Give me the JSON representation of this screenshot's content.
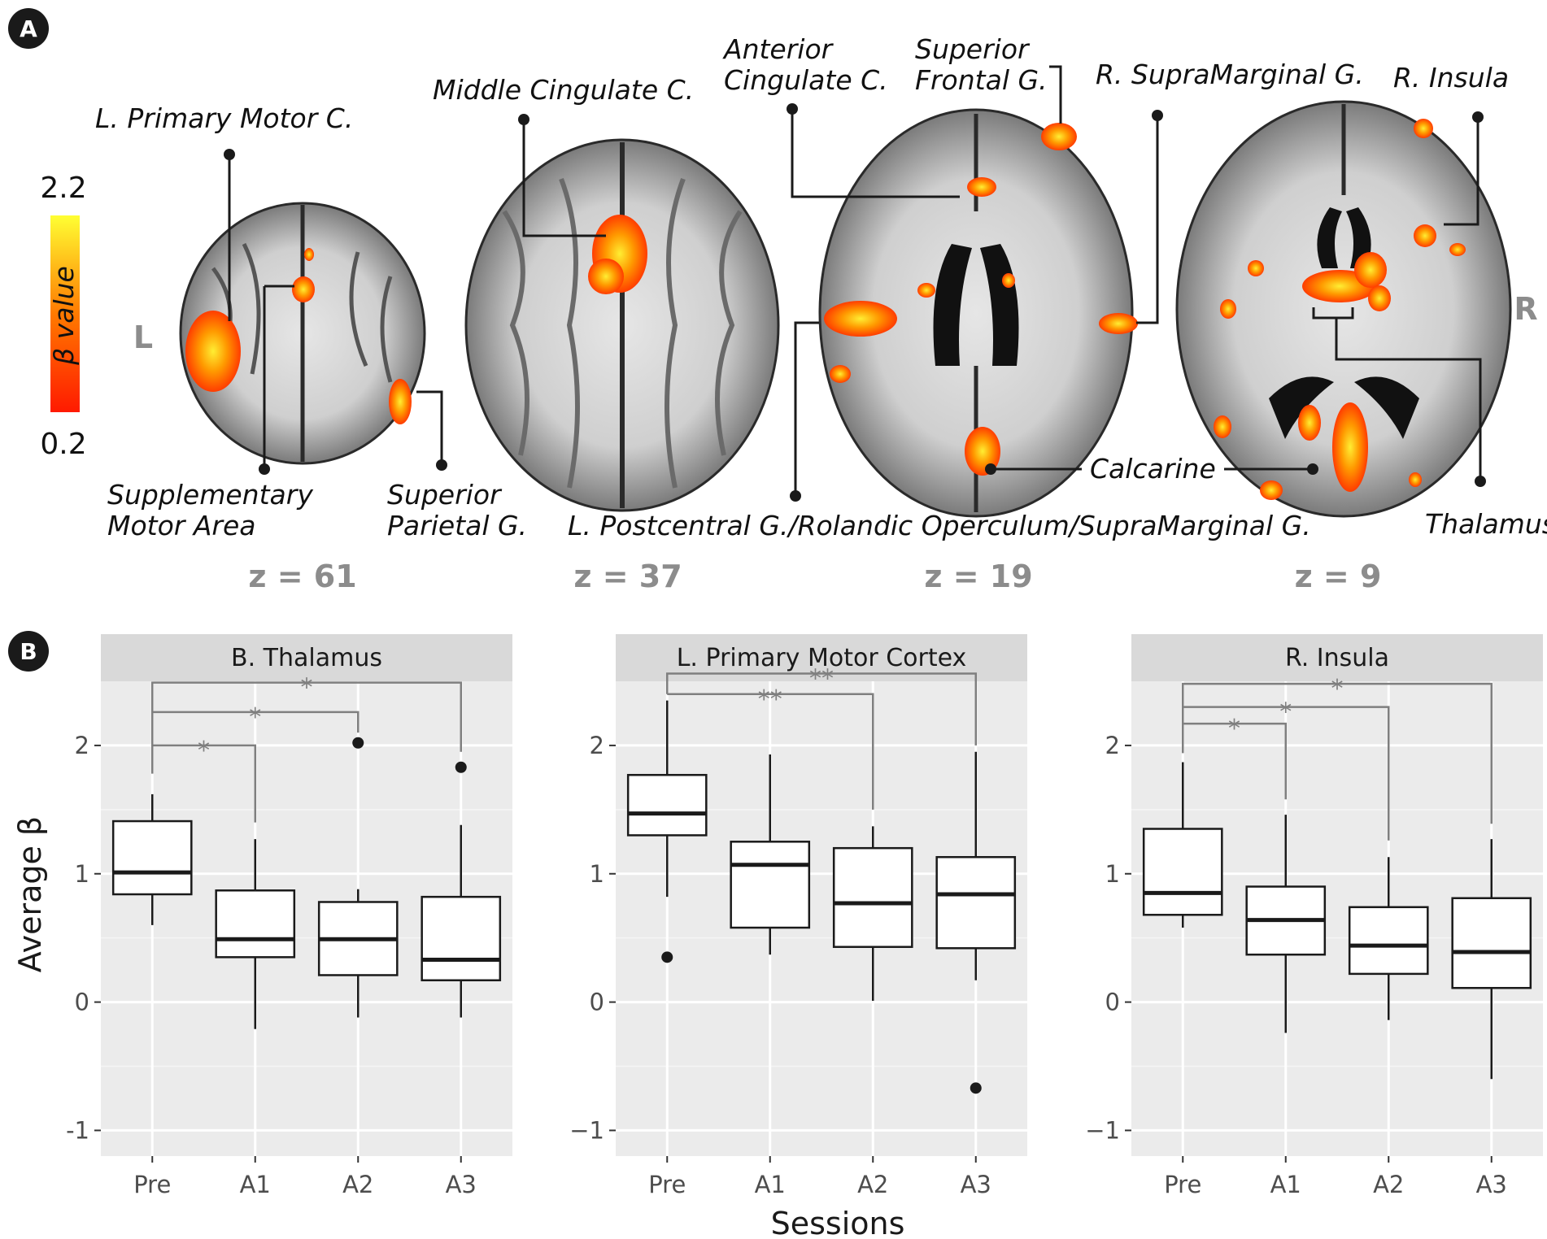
{
  "panel_a": {
    "badge": "A",
    "side_left": "L",
    "side_right": "R",
    "colorbar": {
      "max_label": "2.2",
      "min_label": "0.2",
      "title": "β value",
      "colors": [
        "#ff1a00",
        "#ff7a00",
        "#ffff33"
      ]
    },
    "slices": [
      {
        "z_label": "z = 61"
      },
      {
        "z_label": "z = 37"
      },
      {
        "z_label": "z = 19"
      },
      {
        "z_label": "z = 9"
      }
    ],
    "labels": {
      "l_primary_motor": "L. Primary Motor C.",
      "sma_line1": "Supplementary",
      "sma_line2": "Motor Area",
      "sup_parietal_line1": "Superior",
      "sup_parietal_line2": "Parietal G.",
      "middle_cingulate": "Middle Cingulate C.",
      "anterior_cingulate_line1": "Anterior",
      "anterior_cingulate_line2": "Cingulate C.",
      "superior_frontal_line1": "Superior",
      "superior_frontal_line2": "Frontal G.",
      "r_supramarginal": "R. SupraMarginal G.",
      "r_insula": "R. Insula",
      "postcentral": "L. Postcentral G./Rolandic Operculum/SupraMarginal G.",
      "calcarine": "Calcarine",
      "thalamus": "Thalamus"
    }
  },
  "panel_b": {
    "badge": "B",
    "xlabel": "Sessions",
    "ylabel": "Average β"
  },
  "chart_data": [
    {
      "type": "box",
      "title": "B. Thalamus",
      "categories": [
        "Pre",
        "A1",
        "A2",
        "A3"
      ],
      "ylim": [
        -1.2,
        2.5
      ],
      "yticks": [
        -1,
        0,
        1,
        2
      ],
      "ytick_labels": [
        "-1",
        "0",
        "1",
        "2"
      ],
      "boxes": [
        {
          "q1": 0.84,
          "median": 1.01,
          "q3": 1.41,
          "whisker_low": 0.6,
          "whisker_high": 1.62,
          "outliers": []
        },
        {
          "q1": 0.35,
          "median": 0.49,
          "q3": 0.87,
          "whisker_low": -0.21,
          "whisker_high": 1.27,
          "outliers": []
        },
        {
          "q1": 0.21,
          "median": 0.49,
          "q3": 0.78,
          "whisker_low": -0.12,
          "whisker_high": 0.88,
          "outliers": [
            2.02
          ]
        },
        {
          "q1": 0.17,
          "median": 0.33,
          "q3": 0.82,
          "whisker_low": -0.12,
          "whisker_high": 1.38,
          "outliers": [
            1.83
          ]
        }
      ],
      "significance": [
        {
          "from": "Pre",
          "to": "A1",
          "label": "*",
          "y": 2.0,
          "from_y": 1.78,
          "to_y": 1.4
        },
        {
          "from": "Pre",
          "to": "A2",
          "label": "*",
          "y": 2.26,
          "from_y": 2.0,
          "to_y": 2.1
        },
        {
          "from": "Pre",
          "to": "A3",
          "label": "*",
          "y": 2.49,
          "from_y": 2.26,
          "to_y": 1.95
        }
      ]
    },
    {
      "type": "box",
      "title": "L. Primary Motor Cortex",
      "categories": [
        "Pre",
        "A1",
        "A2",
        "A3"
      ],
      "ylim": [
        -1.2,
        2.5
      ],
      "yticks": [
        -1,
        0,
        1,
        2
      ],
      "ytick_labels": [
        "−1",
        "0",
        "1",
        "2"
      ],
      "boxes": [
        {
          "q1": 1.3,
          "median": 1.47,
          "q3": 1.77,
          "whisker_low": 0.82,
          "whisker_high": 2.35,
          "outliers": [
            0.35
          ]
        },
        {
          "q1": 0.58,
          "median": 1.07,
          "q3": 1.25,
          "whisker_low": 0.37,
          "whisker_high": 1.93,
          "outliers": []
        },
        {
          "q1": 0.43,
          "median": 0.77,
          "q3": 1.2,
          "whisker_low": 0.01,
          "whisker_high": 1.37,
          "outliers": []
        },
        {
          "q1": 0.42,
          "median": 0.84,
          "q3": 1.13,
          "whisker_low": 0.17,
          "whisker_high": 1.95,
          "outliers": [
            -0.67
          ]
        }
      ],
      "significance": [
        {
          "from": "Pre",
          "to": "A2",
          "label": "**",
          "y": 2.4,
          "from_y": 2.4,
          "to_y": 1.5
        },
        {
          "from": "Pre",
          "to": "A3",
          "label": "**",
          "y": 2.56,
          "from_y": 2.4,
          "to_y": 2.0
        }
      ]
    },
    {
      "type": "box",
      "title": "R. Insula",
      "categories": [
        "Pre",
        "A1",
        "A2",
        "A3"
      ],
      "ylim": [
        -1.2,
        2.5
      ],
      "yticks": [
        -1,
        0,
        1,
        2
      ],
      "ytick_labels": [
        "−1",
        "0",
        "1",
        "2"
      ],
      "boxes": [
        {
          "q1": 0.68,
          "median": 0.85,
          "q3": 1.35,
          "whisker_low": 0.58,
          "whisker_high": 1.87,
          "outliers": []
        },
        {
          "q1": 0.37,
          "median": 0.64,
          "q3": 0.9,
          "whisker_low": -0.24,
          "whisker_high": 1.46,
          "outliers": []
        },
        {
          "q1": 0.22,
          "median": 0.44,
          "q3": 0.74,
          "whisker_low": -0.14,
          "whisker_high": 1.13,
          "outliers": []
        },
        {
          "q1": 0.11,
          "median": 0.39,
          "q3": 0.81,
          "whisker_low": -0.6,
          "whisker_high": 1.27,
          "outliers": []
        }
      ],
      "significance": [
        {
          "from": "Pre",
          "to": "A1",
          "label": "*",
          "y": 2.17,
          "from_y": 1.94,
          "to_y": 1.58
        },
        {
          "from": "Pre",
          "to": "A2",
          "label": "*",
          "y": 2.3,
          "from_y": 2.17,
          "to_y": 1.26
        },
        {
          "from": "Pre",
          "to": "A3",
          "label": "*",
          "y": 2.48,
          "from_y": 2.3,
          "to_y": 1.39
        }
      ]
    }
  ]
}
